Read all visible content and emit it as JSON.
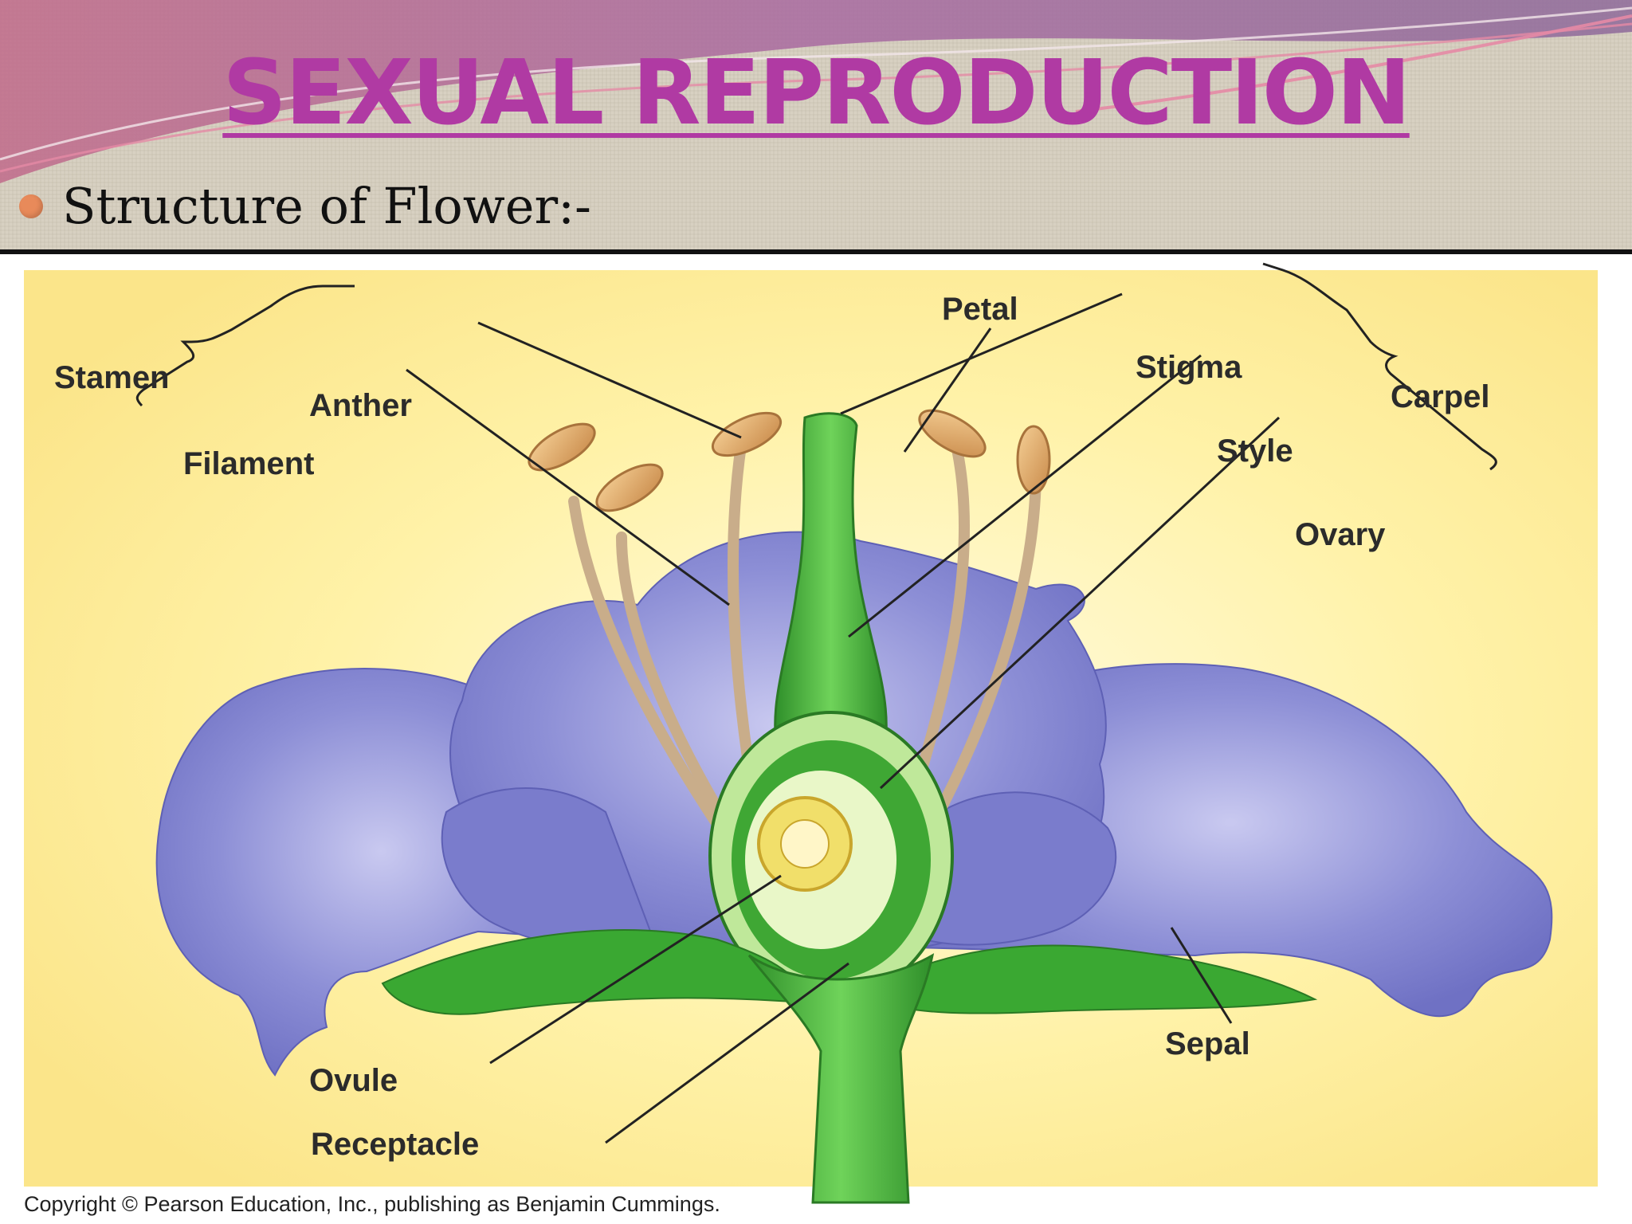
{
  "slide": {
    "title": "SEXUAL REPRODUCTION",
    "bullet": "Structure of Flower:-"
  },
  "diagram": {
    "labels": {
      "petal": "Petal",
      "stamen": "Stamen",
      "anther": "Anther",
      "filament": "Filament",
      "stigma": "Stigma",
      "carpel": "Carpel",
      "style": "Style",
      "ovary": "Ovary",
      "ovule": "Ovule",
      "receptacle": "Receptacle",
      "sepal": "Sepal"
    },
    "copyright": "Copyright © Pearson Education, Inc., publishing as Benjamin Cummings."
  },
  "colors": {
    "title": "#b03aa3",
    "bullet": "#e88a5a",
    "petal": "#8d8fd6",
    "stem": "#4fb83a",
    "anther": "#e0a86a",
    "background_glow": "#fff3b0"
  }
}
